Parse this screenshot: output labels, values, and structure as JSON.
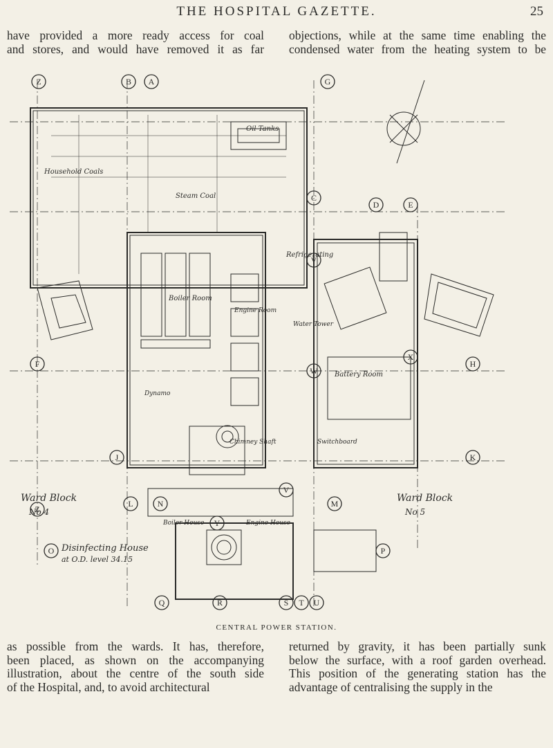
{
  "header": {
    "title": "THE HOSPITAL GAZETTE.",
    "page_number": "25"
  },
  "top_text": {
    "left": [
      "have provided a more ready access for coal",
      "and stores, and would have removed it as far"
    ],
    "right": [
      "objections, while at the same time enabling the",
      "condensed water from the heating system to be"
    ]
  },
  "figure": {
    "caption": "CENTRAL POWER STATION.",
    "labels": {
      "ward_block_left": "Ward Block",
      "ward_block_left_no": "No 4",
      "ward_block_right": "Ward Block",
      "ward_block_right_no": "No 5",
      "oil_tanks": "Oil Tanks",
      "steam_coal": "Steam Coal",
      "household_coals": "Household Coals",
      "refrigerating": "Refrigerating",
      "water_tower": "Water Tower",
      "battery_room": "Battery Room",
      "boiler_house": "Boiler House",
      "engine_house": "Engine House",
      "disinfecting_house": "Disinfecting House",
      "at_od_level": "at O.D. level 34.15",
      "chimney_shaft": "Chimney Shaft",
      "engine_room": "Engine Room",
      "boiler_room": "Boiler Room",
      "switchboard": "Switchboard",
      "dynamo": "Dynamo"
    },
    "grid_markers": [
      "Z",
      "B",
      "A",
      "G",
      "C",
      "D",
      "E",
      "F",
      "H",
      "J",
      "K",
      "L",
      "N",
      "M",
      "O",
      "P",
      "Q",
      "R",
      "S",
      "T",
      "U",
      "V",
      "W",
      "X",
      "Y",
      "V",
      "Z"
    ]
  },
  "bottom_text": {
    "left": [
      "as possible from the wards. It has, therefore,",
      "been placed, as shown on the accompanying",
      "illustration, about the centre of the south side",
      "of the Hospital, and, to avoid architectural"
    ],
    "right": [
      "returned by gravity, it has been partially sunk",
      "below the surface, with a roof garden overhead.",
      "This position of the generating station has the",
      "advantage of centralising the supply in the"
    ]
  }
}
